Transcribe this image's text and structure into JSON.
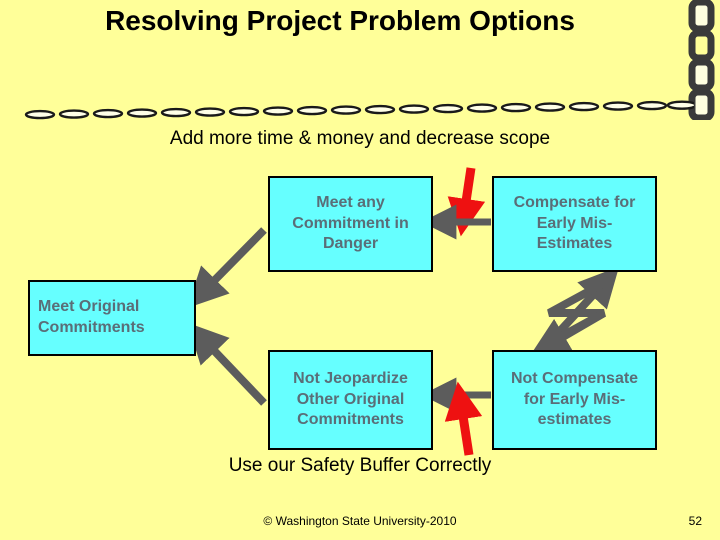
{
  "slide": {
    "title": "Resolving Project Problem Options",
    "background_color": "#FFFF99",
    "box_fill_color": "#66FFFF",
    "box_border_color": "#000000",
    "box_text_color": "#5A6E78",
    "gray_arrow_color": "#5C5C5C",
    "red_arrow_color": "#EE1111"
  },
  "captions": {
    "top": "Add more time & money and decrease scope",
    "bottom": "Use our Safety Buffer Correctly"
  },
  "boxes": {
    "meet_any_commitment": {
      "lines": [
        "Meet any",
        "Commitment in",
        "Danger"
      ]
    },
    "compensate_early": {
      "lines": [
        "Compensate for",
        "Early Mis-",
        "Estimates"
      ]
    },
    "meet_original": {
      "lines": [
        "Meet Original",
        "Commitments"
      ]
    },
    "not_jeopardize": {
      "lines": [
        "Not Jeopardize",
        "Other Original",
        "Commitments"
      ]
    },
    "not_compensate": {
      "lines": [
        "Not Compensate",
        "for Early Mis-",
        "estimates"
      ]
    }
  },
  "icons": {
    "chain_vertical": "chain-link-vertical-icon",
    "chain_horizontal": "chain-link-horizontal-divider-icon",
    "arrow_down_red": "arrow-down-red-icon",
    "arrow_up_red": "arrow-up-red-icon",
    "arrow_left_gray_top": "arrow-left-gray-icon",
    "arrow_left_gray_bottom": "arrow-left-gray-icon",
    "arrow_diag_upper": "arrow-diagonal-gray-icon",
    "arrow_diag_lower": "arrow-diagonal-gray-icon",
    "arrow_zigzag": "arrow-zigzag-double-gray-icon"
  },
  "footer": {
    "copyright": "© Washington State University-2010",
    "page_number": "52"
  }
}
